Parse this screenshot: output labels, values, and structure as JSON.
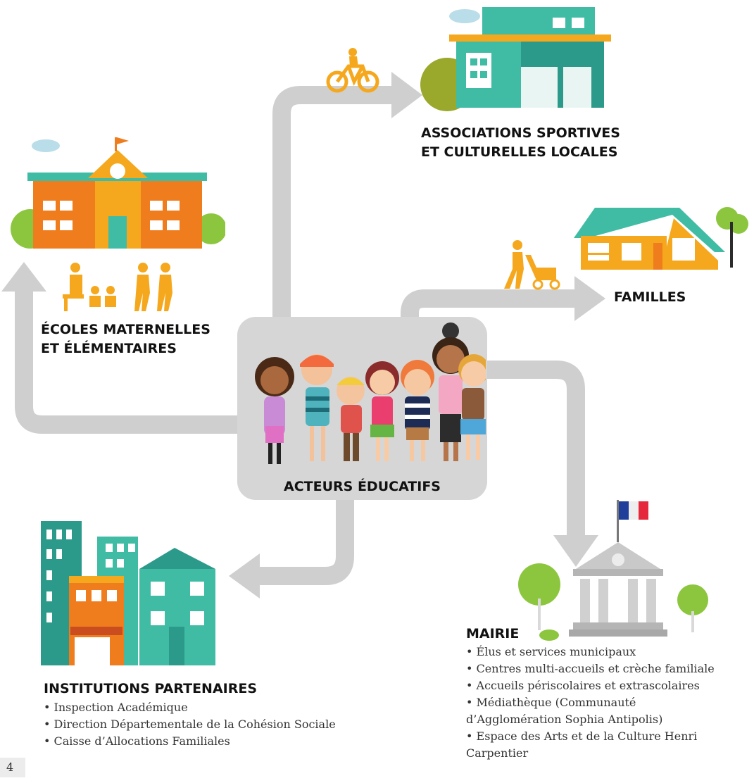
{
  "colors": {
    "flow": "#cfcfcf",
    "school_orange": "#f07d1d",
    "teal": "#40bca5",
    "dark_teal": "#2c9a8a",
    "house_orange": "#f5a81d",
    "green": "#8cc63e",
    "olive": "#9aa82b",
    "sky": "#b9dde9",
    "mairie_grey": "#c9c9c9"
  },
  "nodes": {
    "center": {
      "label": "ACTEURS ÉDUCATIFS"
    },
    "associations": {
      "line1": "ASSOCIATIONS SPORTIVES",
      "line2": "ET CULTURELLES LOCALES"
    },
    "familles": {
      "label": "FAMILLES"
    },
    "ecoles": {
      "line1": "ÉCOLES MATERNELLES",
      "line2": "ET ÉLÉMENTAIRES"
    },
    "institutions": {
      "title": "INSTITUTIONS PARTENAIRES",
      "items": [
        "•  Inspection Académique",
        "• Direction Départementale de la Cohésion Sociale",
        "• Caisse d’Allocations  Familiales"
      ]
    },
    "mairie": {
      "title": "MAIRIE",
      "items": [
        "• Élus et services municipaux",
        "• Centres multi-accueils et crèche familiale",
        "• Accueils périscolaires et extrascolaires",
        "• Médiathèque (Communauté",
        "d’Agglomération Sophia Antipolis)",
        "• Espace des Arts et de la Culture Henri",
        "Carpentier"
      ]
    }
  },
  "icons": [
    "bicycle-icon",
    "stroller-icon",
    "school-building",
    "sports-building",
    "family-house",
    "city-buildings",
    "town-hall",
    "children-group",
    "students-icon"
  ],
  "page_number": "4"
}
